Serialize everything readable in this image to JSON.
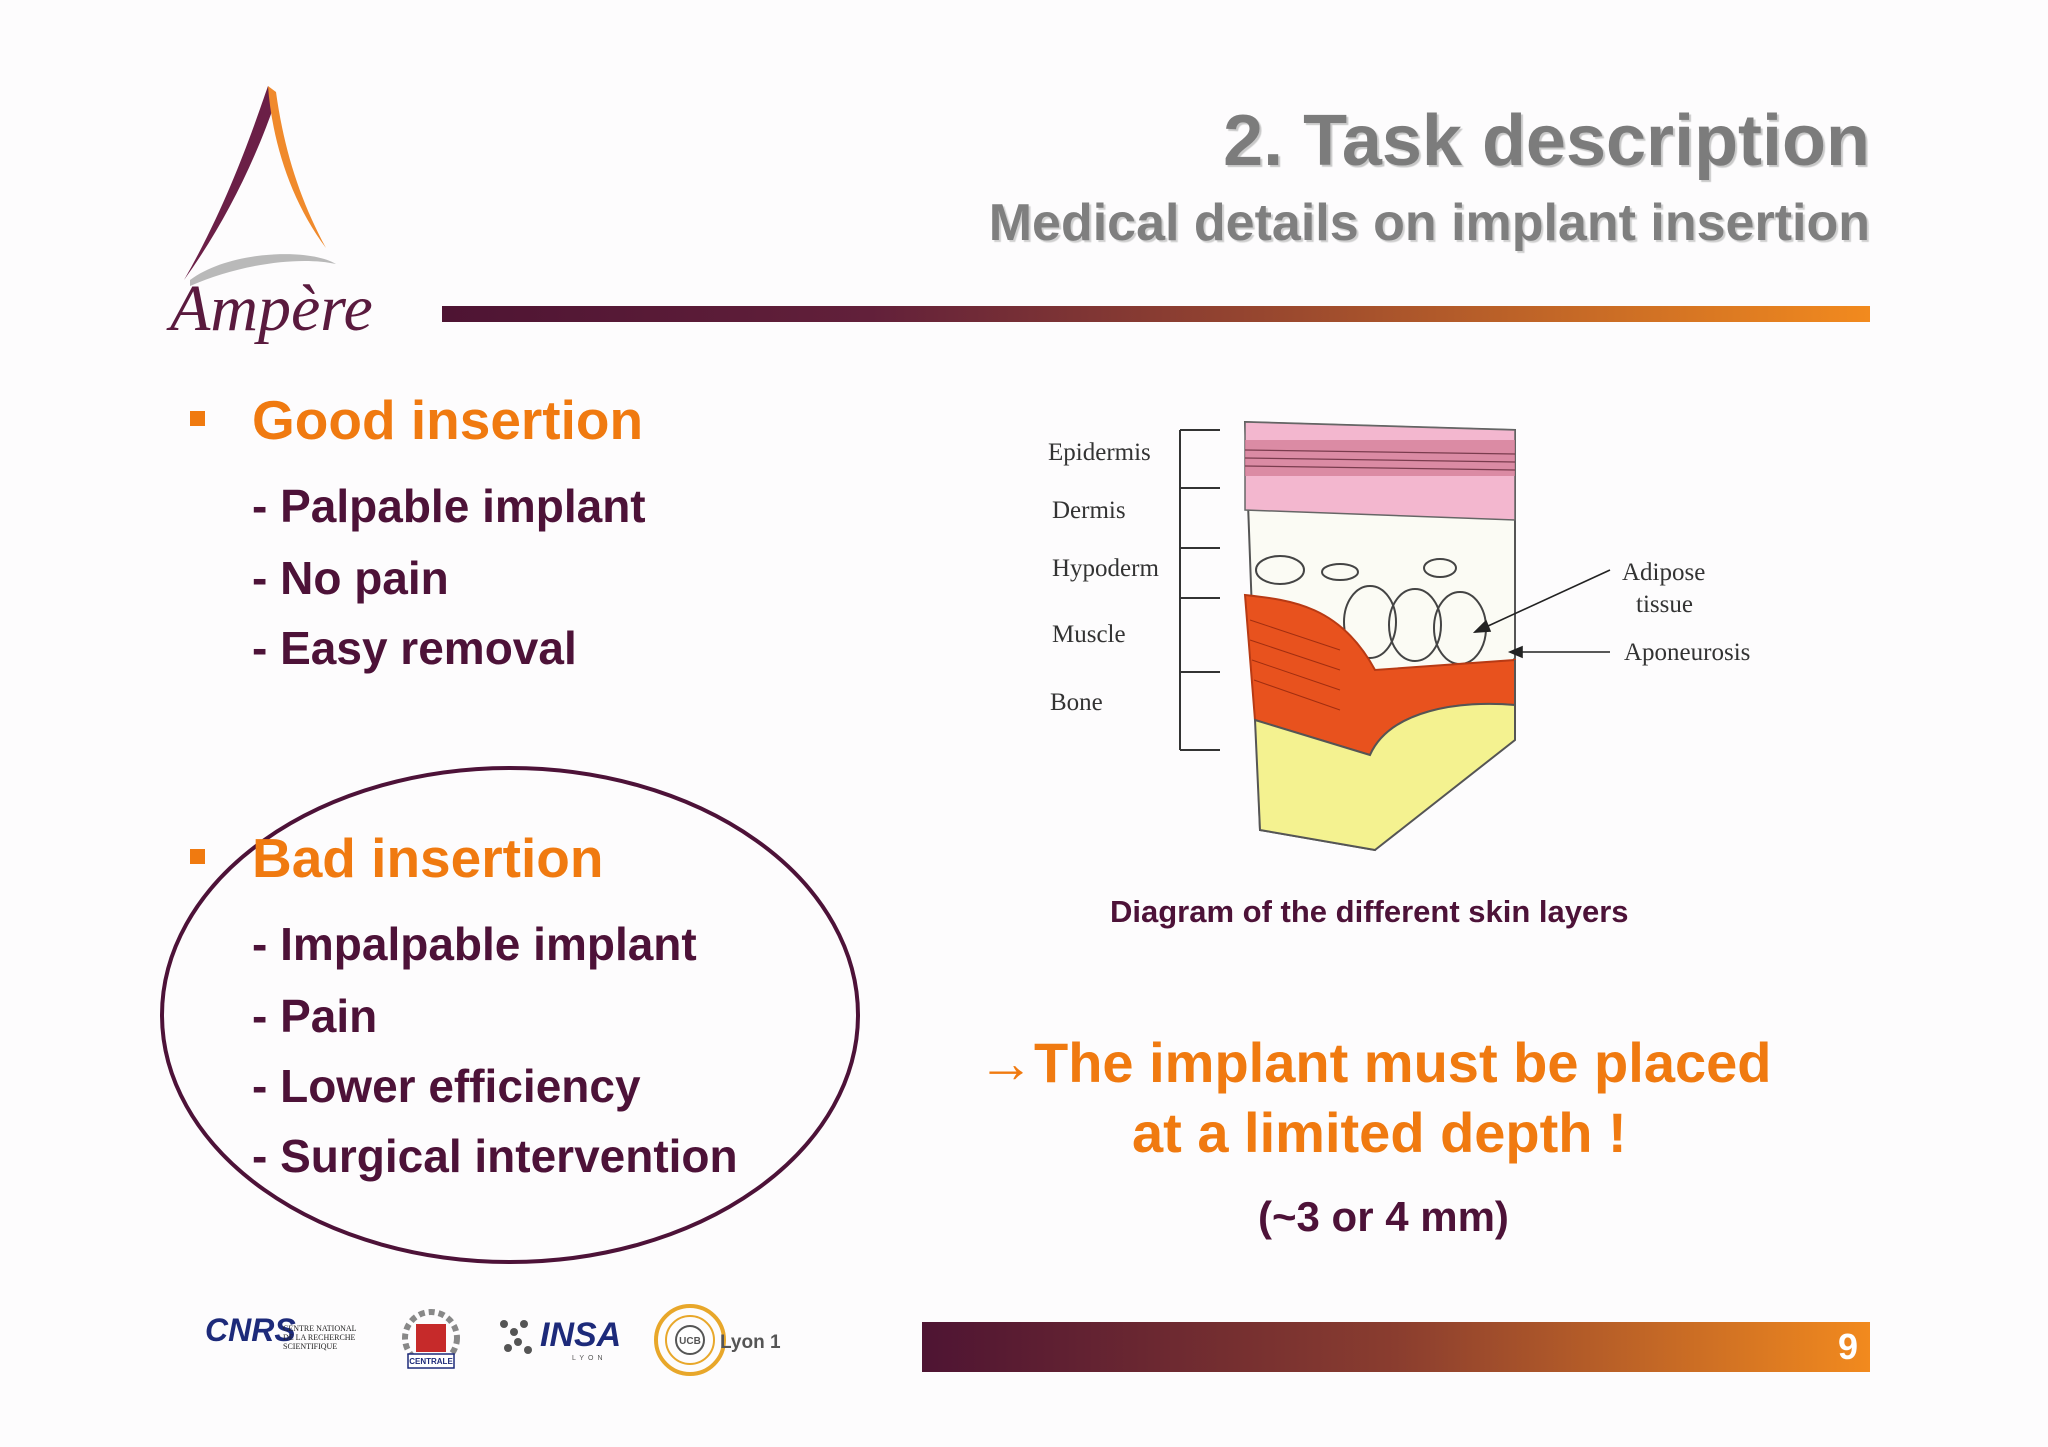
{
  "header": {
    "title": "2. Task description",
    "subtitle": "Medical details on implant insertion",
    "logo_text": "Ampère"
  },
  "good": {
    "heading": "Good insertion",
    "items": [
      "- Palpable implant",
      "- No pain",
      "- Easy removal"
    ]
  },
  "bad": {
    "heading": "Bad insertion",
    "items": [
      "- Impalpable implant",
      "- Pain",
      "- Lower efficiency",
      "- Surgical intervention"
    ]
  },
  "diagram": {
    "layers": [
      "Epidermis",
      "Dermis",
      "Hypoderm",
      "Muscle",
      "Bone"
    ],
    "annotations": [
      "Adipose",
      "tissue",
      "Aponeurosis"
    ],
    "caption": "Diagram of the different skin layers"
  },
  "conclusion": {
    "line1": "→The implant must be placed",
    "line2": "at a limited depth !",
    "note": "(~3 or 4 mm)"
  },
  "footer": {
    "page_number": "9",
    "logos": {
      "cnrs": "CNRS",
      "cnrs_sub": [
        "CENTRE NATIONAL",
        "DE LA RECHERCHE",
        "SCIENTIFIQUE"
      ],
      "centrale": "CENTRALE",
      "insa": "INSA",
      "insa_sub": "LYON",
      "ucb": "UCB",
      "lyon1": "Lyon 1"
    }
  },
  "colors": {
    "accent_orange": "#f07a10",
    "accent_purple": "#4d1238",
    "title_gray": "#7c7c7c"
  }
}
